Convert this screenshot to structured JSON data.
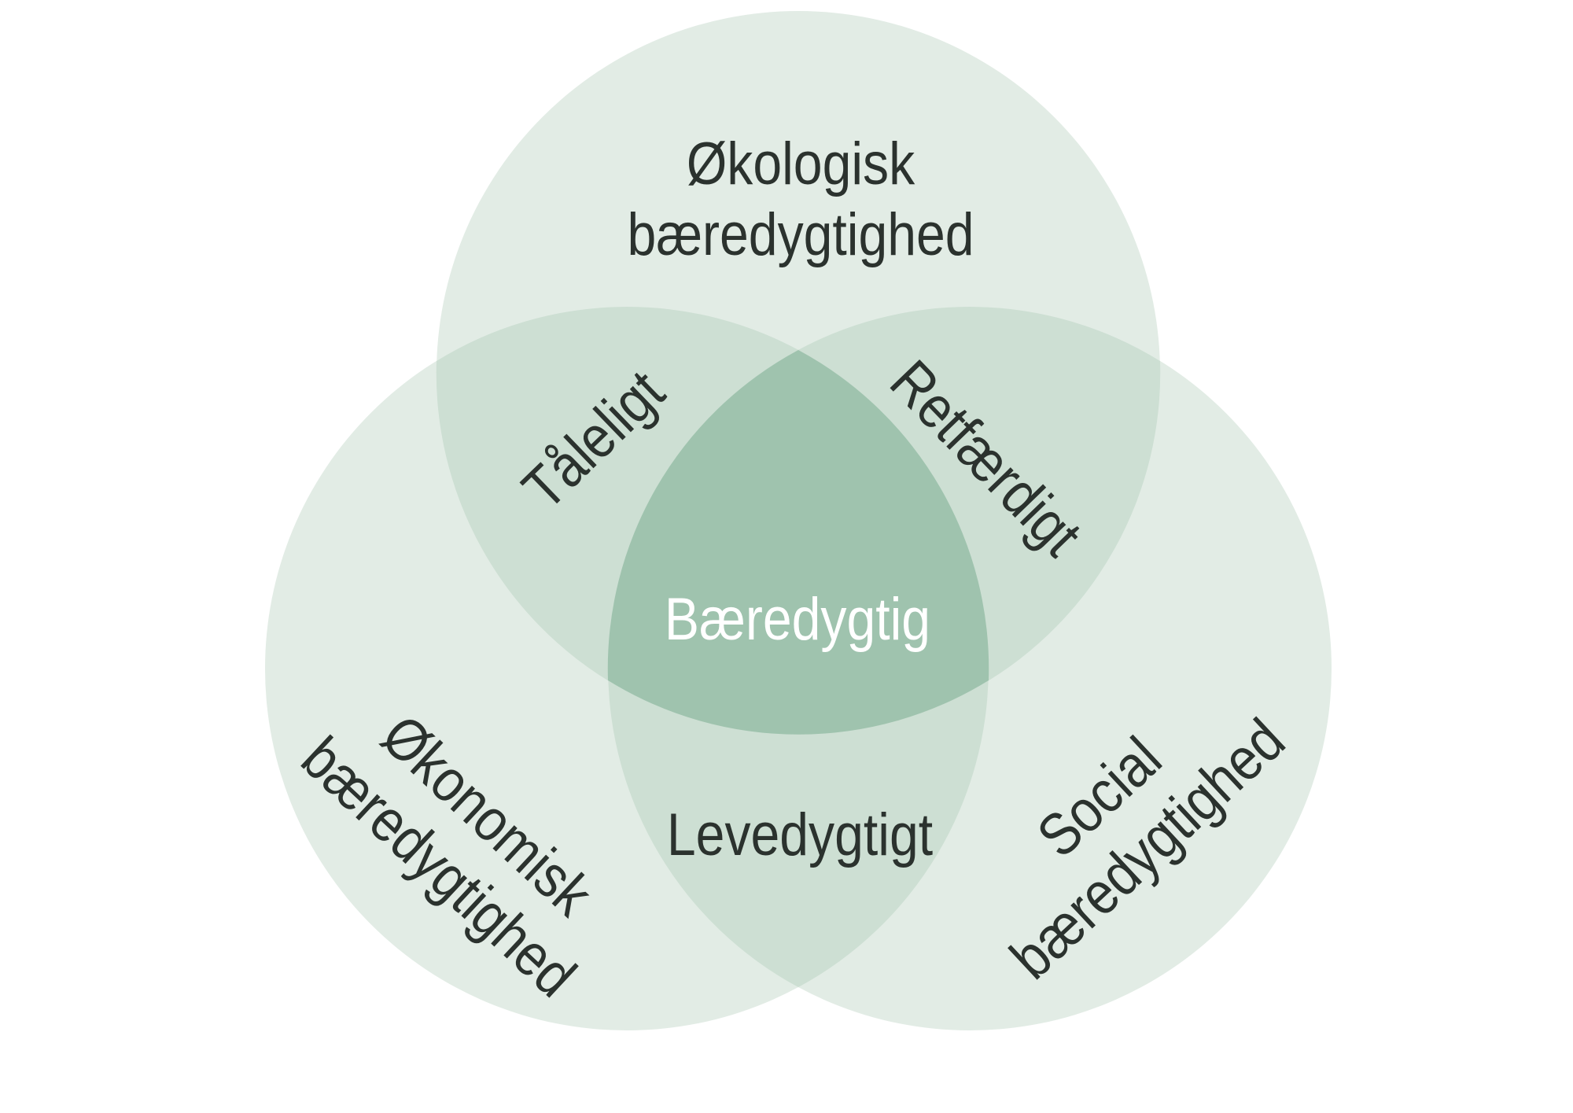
{
  "diagram": {
    "type": "venn",
    "colors": {
      "background": "#ffffff",
      "circle_fill": "#e2ece5",
      "overlap_fill": "#cddfd3",
      "center_fill": "#9fc3ae",
      "label_color": "#2b322e",
      "center_label_color": "#ffffff"
    },
    "circles": [
      {
        "id": "ecological",
        "label": "Økologisk\nbæredygtighed"
      },
      {
        "id": "economic",
        "label": "Økonomisk\nbæredygtighed"
      },
      {
        "id": "social",
        "label": "Social\nbæredygtighed"
      }
    ],
    "overlaps": [
      {
        "id": "ecological-economic",
        "label": "Tåleligt"
      },
      {
        "id": "ecological-social",
        "label": "Retfærdigt"
      },
      {
        "id": "economic-social",
        "label": "Levedygtigt"
      },
      {
        "id": "center",
        "label": "Bæredygtig"
      }
    ]
  }
}
